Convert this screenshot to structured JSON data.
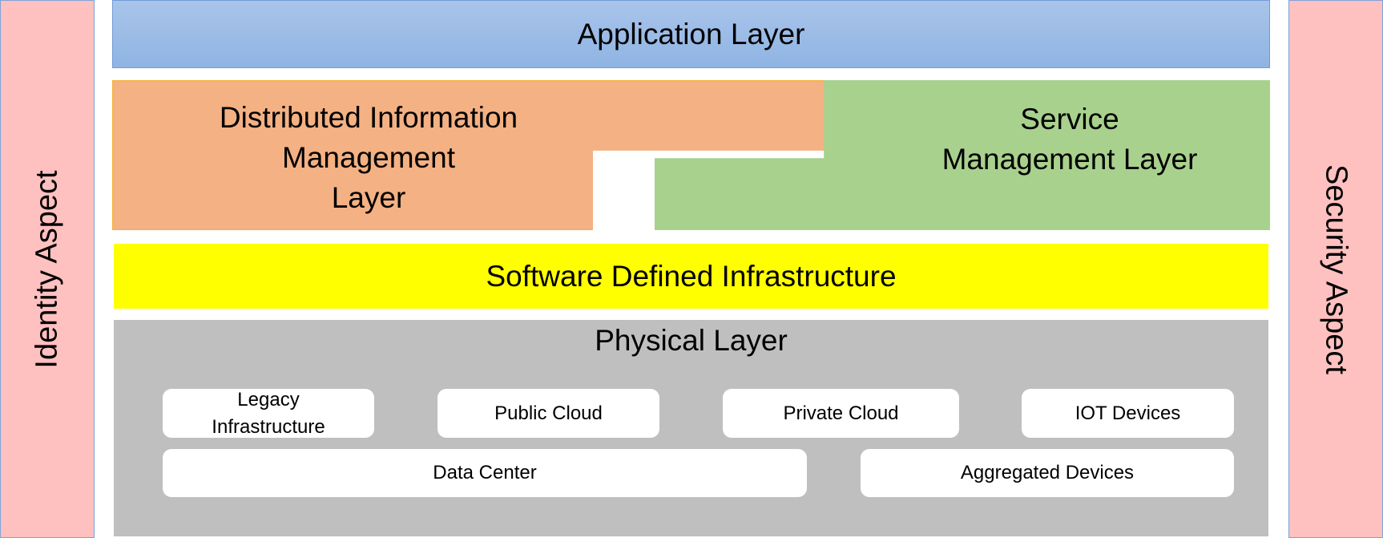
{
  "aspects": {
    "left": "Identity Aspect",
    "right": "Security Aspect"
  },
  "layers": {
    "application": "Application Layer",
    "distributed_information_management": [
      "Distributed Information",
      "Management",
      "Layer"
    ],
    "service_management": [
      "Service",
      "Management Layer"
    ],
    "software_defined_infrastructure": "Software Defined Infrastructure",
    "physical": {
      "title": "Physical Layer",
      "components": [
        "Legacy Infrastructure",
        "Public Cloud",
        "Private Cloud",
        "IOT Devices",
        "Data Center",
        "Aggregated Devices"
      ]
    }
  },
  "colors": {
    "aspect": "#ffc0c0",
    "application": "#9dbde8",
    "distributed_information_management": "#f4b183",
    "service_management": "#a9d18e",
    "software_defined_infrastructure": "#ffff00",
    "physical": "#bfbfbf",
    "component_box": "#ffffff"
  }
}
